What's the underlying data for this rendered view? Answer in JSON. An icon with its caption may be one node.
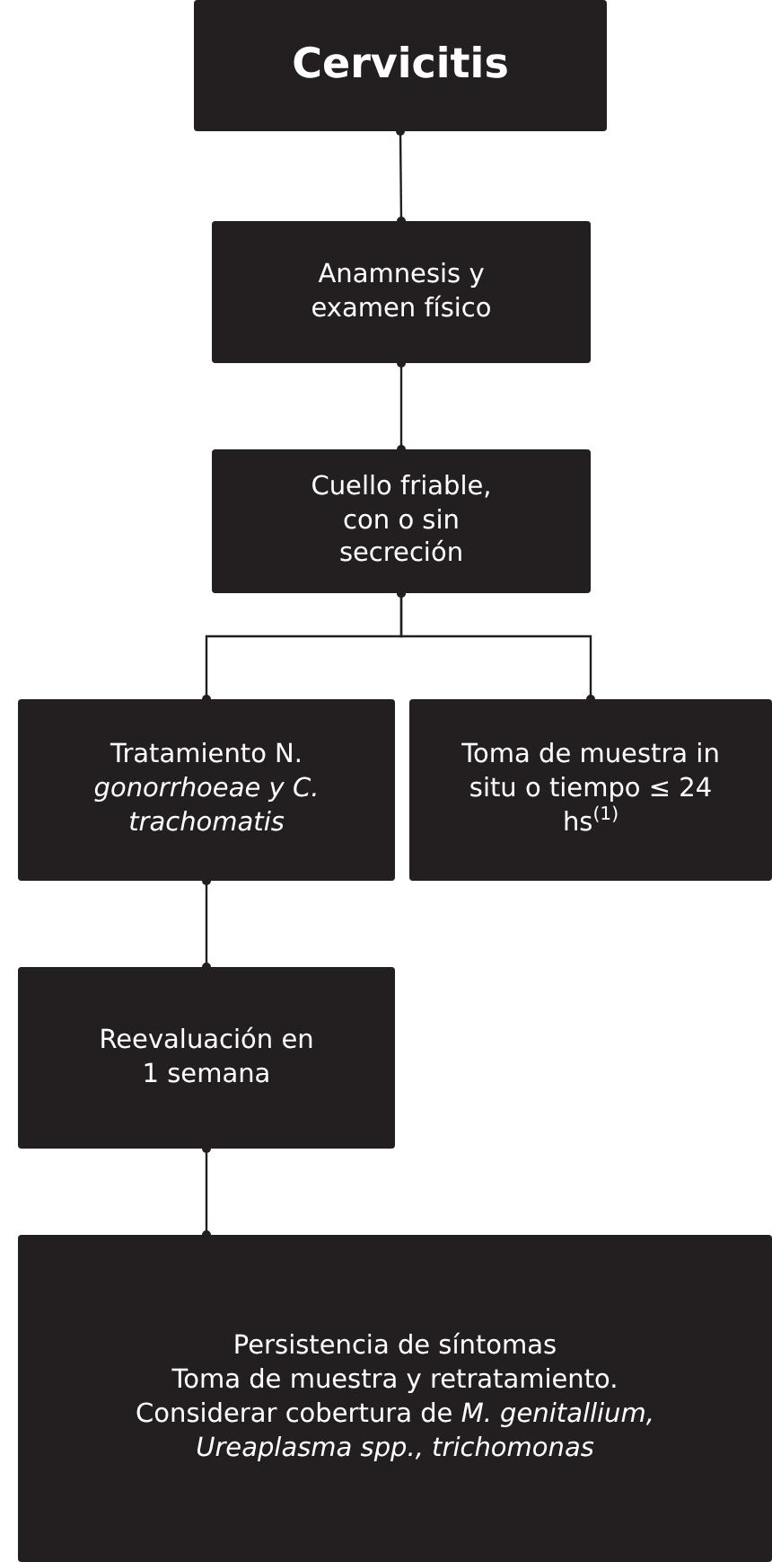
{
  "diagram": {
    "nodes": [
      {
        "text": [
          "Cervicitis"
        ]
      },
      {
        "text": [
          "Anamnesis y examen físico"
        ]
      },
      {
        "text": [
          "Cuello friable, con o sin secreción"
        ]
      },
      {
        "text": [
          "Tratamiento N. *gonorrhoeae y C. trachomatis*"
        ]
      },
      {
        "text": [
          "Toma de muestra in situ o tiempo ≤ 24 hs$^{(1)}$"
        ]
      },
      {
        "text": [
          "Reevaluación en 1 semana"
        ]
      },
      {
        "text": [
          "Persistencia de síntomas",
          "Toma de muestra y retratamiento.",
          "Considerar cobertura de *M. genitallium, Ureaplasma spp., trichomonas*"
        ]
      }
    ],
    "edges": [
      {
        "from": 0,
        "to": 1,
        "arrow": "other"
      },
      {
        "from": 1,
        "to": 2,
        "arrow": "other"
      },
      {
        "from": 2,
        "to": 3,
        "arrow": "other"
      },
      {
        "from": 2,
        "to": 4,
        "arrow": "other"
      },
      {
        "from": 3,
        "to": 5,
        "arrow": "other"
      },
      {
        "from": 5,
        "to": 6,
        "arrow": "other"
      }
    ]
  }
}
